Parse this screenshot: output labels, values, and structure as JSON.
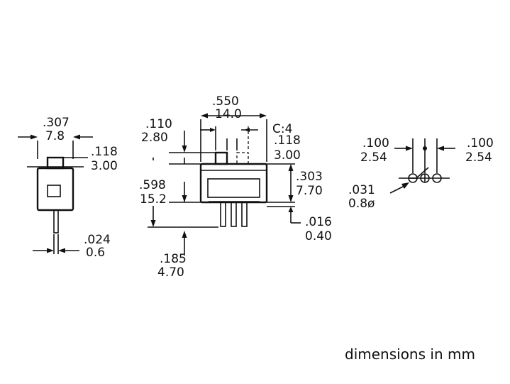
{
  "side_view": {
    "width_in": ".307",
    "width_mm": "7.8",
    "tab_in": ".118",
    "tab_mm": "3.00",
    "pin_in": ".024",
    "pin_mm": "0.6"
  },
  "front_view": {
    "length_in": ".550",
    "length_mm": "14.0",
    "lever_travel": "C:4",
    "lever_in": ".110",
    "lever_mm": "2.80",
    "lever_w_in": ".118",
    "lever_w_mm": "3.00",
    "height_in": ".598",
    "height_mm": "15.2",
    "body_h_in": ".303",
    "body_h_mm": "7.70",
    "terminal_in": ".185",
    "terminal_mm": "4.70",
    "gap_in": ".016",
    "gap_mm": "0.40"
  },
  "footprint": {
    "pitch_left_in": ".100",
    "pitch_left_mm": "2.54",
    "pitch_right_in": ".100",
    "pitch_right_mm": "2.54",
    "hole_in": ".031",
    "hole_mm": "0.8ø"
  },
  "caption": "dimensions in mm"
}
